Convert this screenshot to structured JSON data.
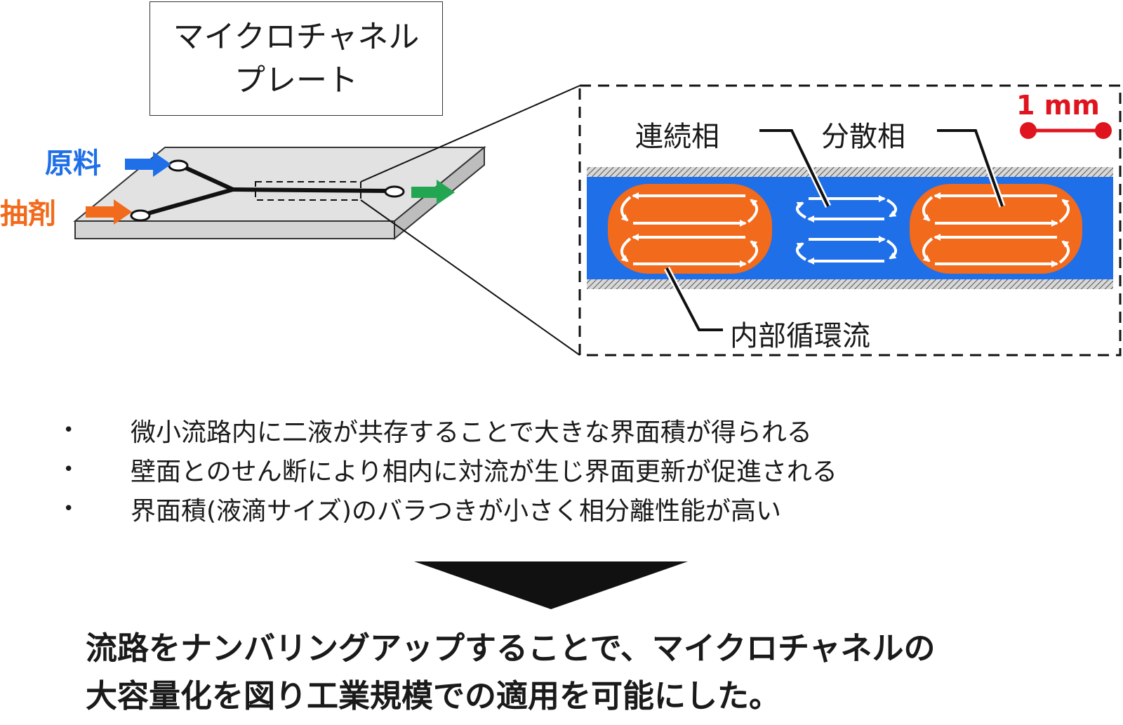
{
  "title": {
    "line1": "マイクロチャネル",
    "line2": "プレート"
  },
  "inputs": {
    "feed": "原料",
    "extractant": "抽剤"
  },
  "zoom_labels": {
    "continuous_phase": "連続相",
    "dispersed_phase": "分散相",
    "internal_circulation": "内部循環流",
    "scale_bar": "1 mm"
  },
  "bullets": [
    "微小流路内に二液が共存することで大きな界面積が得られる",
    "壁面とのせん断により相内に対流が生じ界面更新が促進される",
    "界面積(液滴サイズ)のバラつきが小さく相分離性能が高い"
  ],
  "bullet_symbol": "•",
  "conclusion": {
    "line1": "流路をナンバリングアップすることで、マイクロチャネルの",
    "line2": "大容量化を図り工業規模での適用を可能にした。"
  },
  "colors": {
    "feed": "#1f6fe8",
    "extractant": "#f26a1b",
    "outlet": "#22a651",
    "continuous": "#1f6fe8",
    "dispersed": "#f26a1b",
    "scale": "#e0141e",
    "wall": "#555555"
  }
}
